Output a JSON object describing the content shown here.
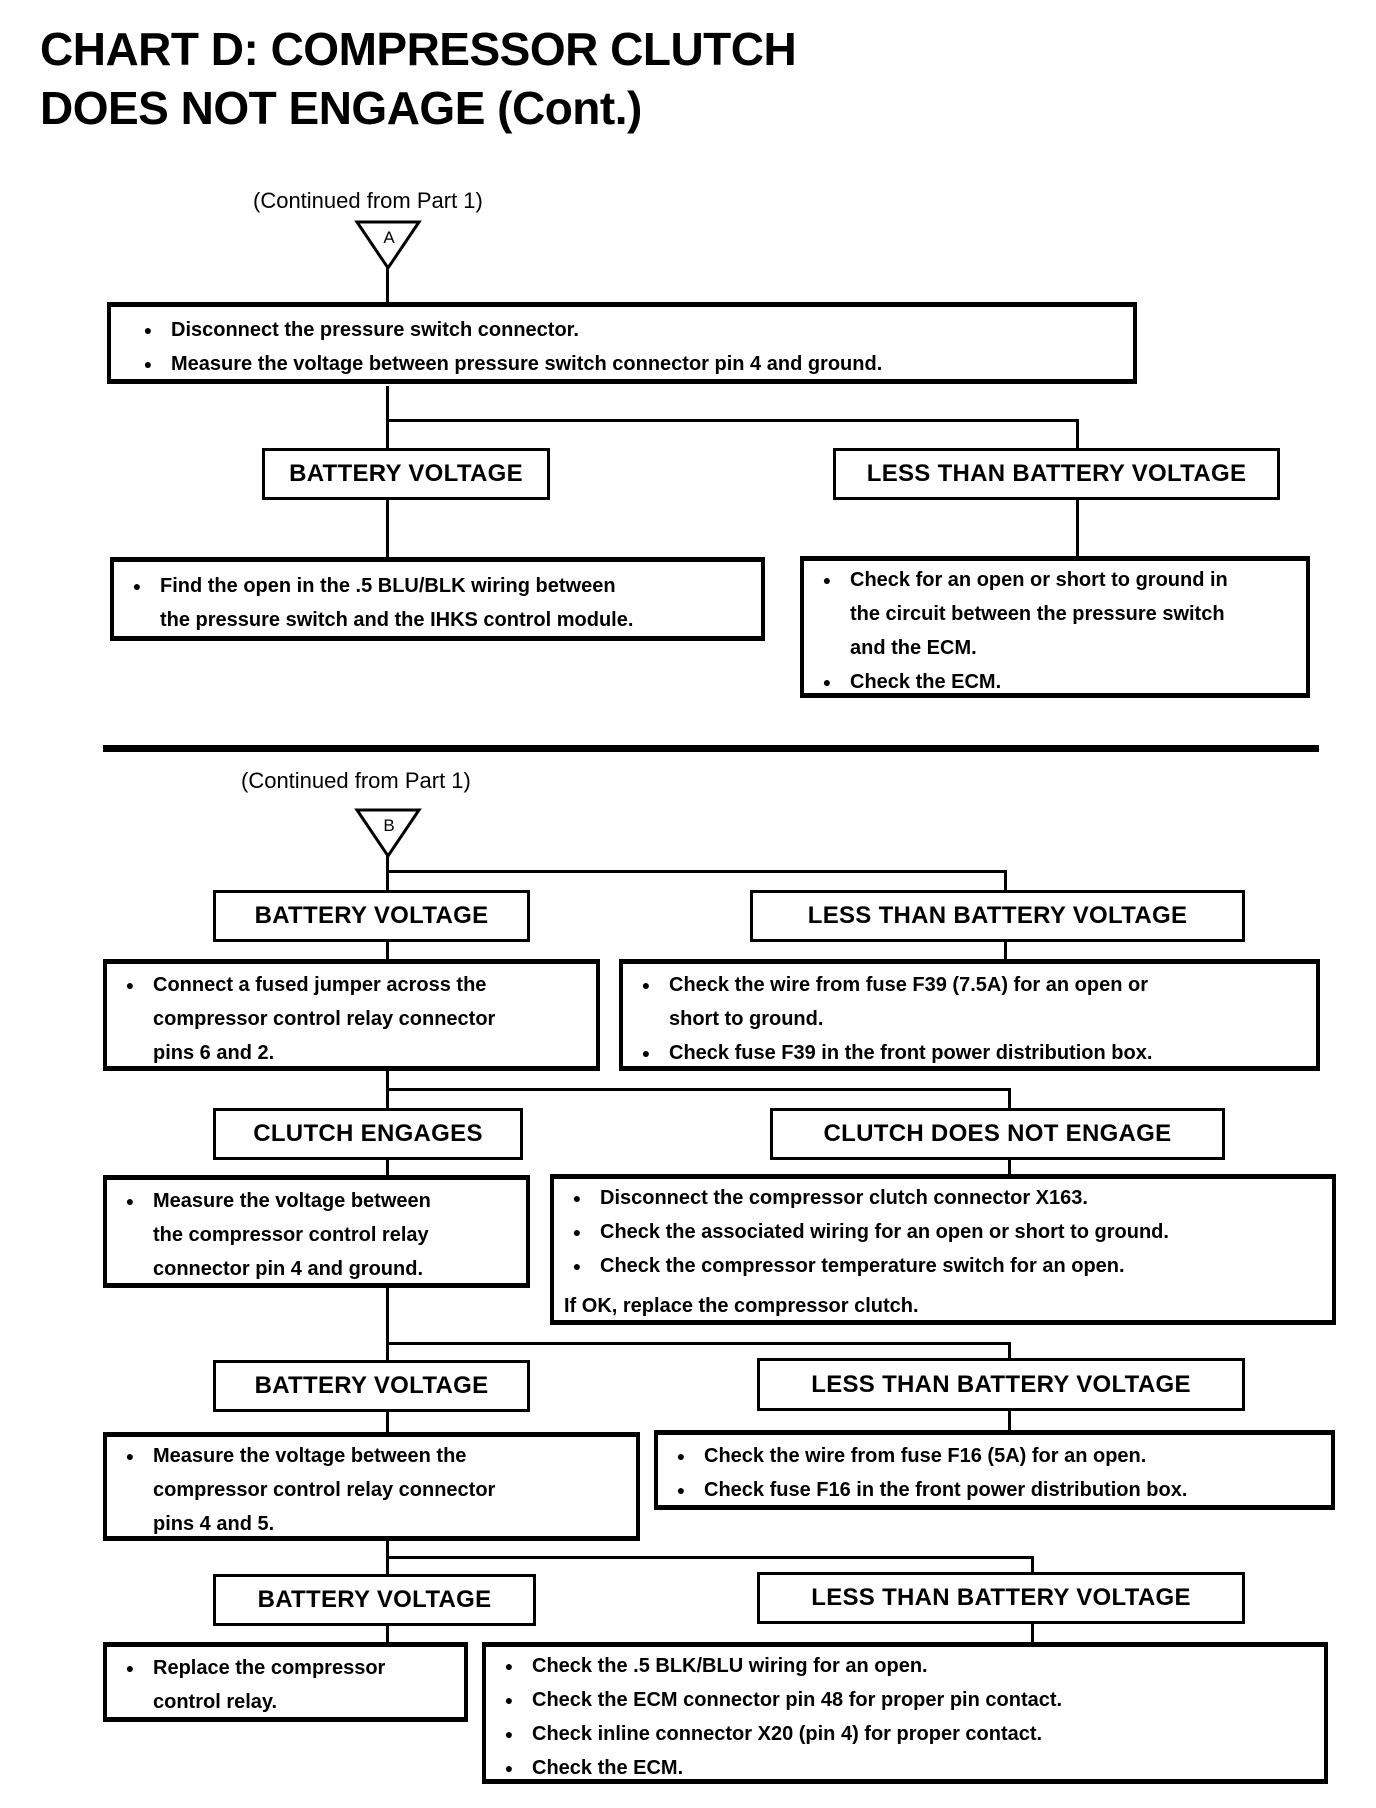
{
  "title": {
    "line1": "CHART D: COMPRESSOR CLUTCH",
    "line2": "DOES NOT ENGAGE (Cont.)"
  },
  "continued_from": "(Continued from Part 1)",
  "connector_a": "A",
  "connector_b": "B",
  "colors": {
    "ink": "#000000",
    "paper": "#ffffff"
  },
  "chart1": {
    "step": {
      "l1": "Disconnect the pressure switch connector.",
      "l2": "Measure the voltage between pressure switch connector pin 4 and ground."
    },
    "battery_voltage_label": "BATTERY VOLTAGE",
    "less_than_battery_voltage_label": "LESS THAN BATTERY VOLTAGE",
    "battery_action": {
      "l1": "Find the open in the .5 BLU/BLK wiring between",
      "l2": "the pressure switch and the IHKS control module."
    },
    "less_action": {
      "l1": "Check for an open or short to ground in",
      "l2": "the circuit between the pressure switch",
      "l3": "and the ECM.",
      "l4": "Check the ECM."
    }
  },
  "chart2": {
    "battery_voltage_label": "BATTERY VOLTAGE",
    "less_than_battery_voltage_label": "LESS THAN BATTERY VOLTAGE",
    "jumper_action": {
      "l1": "Connect a fused jumper across the",
      "l2": "compressor control relay connector",
      "l3": "pins 6 and 2."
    },
    "f39_action": {
      "l1": "Check the wire from fuse F39 (7.5A) for an open or",
      "l2": "short to ground.",
      "l3": "Check fuse F39 in the front power distribution box."
    },
    "clutch_engages_label": "CLUTCH ENGAGES",
    "clutch_does_not_engage_label": "CLUTCH DOES NOT ENGAGE",
    "relay_pin4_action": {
      "l1": "Measure the voltage between",
      "l2": "the compressor control relay",
      "l3": "connector pin 4 and ground."
    },
    "x163_action": {
      "l1": "Disconnect the compressor clutch connector X163.",
      "l2": "Check the associated wiring for an open or short to ground.",
      "l3": "Check the compressor temperature switch for an open.",
      "note": "If OK, replace the compressor clutch."
    },
    "battery_voltage_label_2": "BATTERY VOLTAGE",
    "less_than_battery_voltage_label_2": "LESS THAN BATTERY VOLTAGE",
    "relay_pins45_action": {
      "l1": "Measure the voltage between the",
      "l2": "compressor control relay connector",
      "l3": "pins 4 and 5."
    },
    "f16_action": {
      "l1": "Check the wire from fuse F16 (5A) for an open.",
      "l2": "Check fuse F16 in the front power distribution box."
    },
    "battery_voltage_label_3": "BATTERY VOLTAGE",
    "less_than_battery_voltage_label_3": "LESS THAN BATTERY VOLTAGE",
    "replace_relay_action": {
      "l1": "Replace the compressor",
      "l2": "control relay."
    },
    "final_action": {
      "l1": "Check the .5 BLK/BLU wiring for an open.",
      "l2": "Check the ECM connector pin 48 for proper pin contact.",
      "l3": "Check inline connector X20 (pin 4) for proper contact.",
      "l4": "Check the ECM."
    }
  }
}
